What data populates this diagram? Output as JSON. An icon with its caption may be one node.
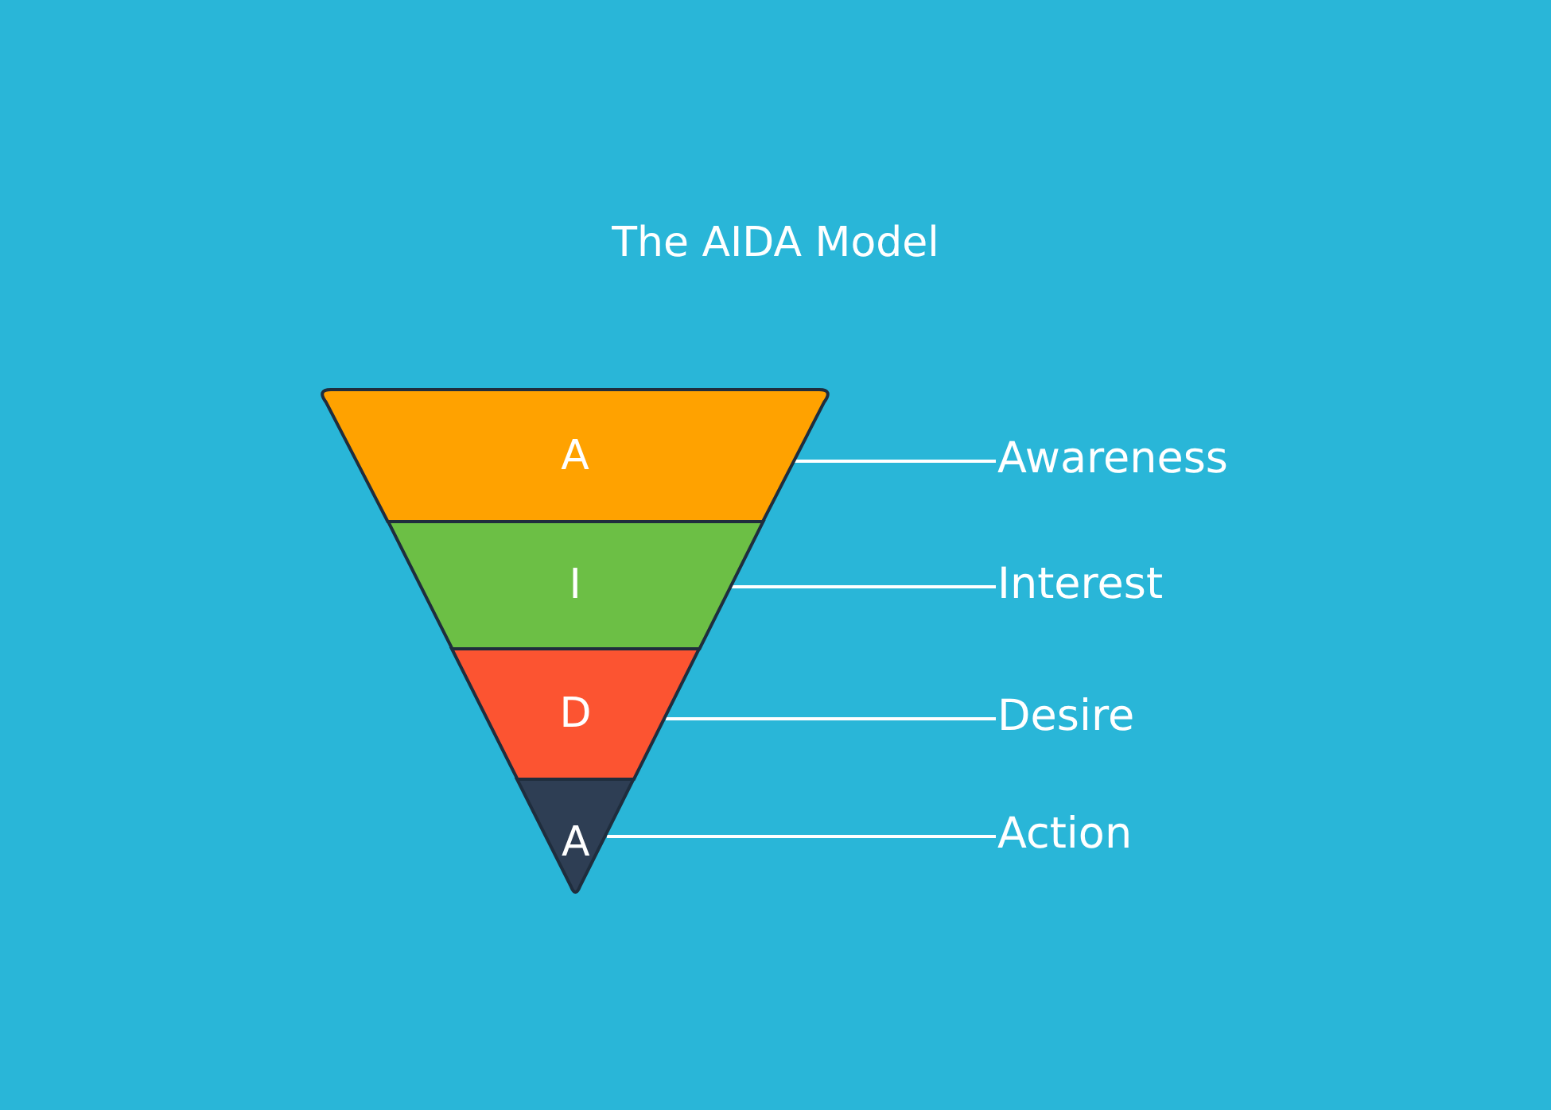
{
  "diagram": {
    "title": "The AIDA Model",
    "nodes": [
      {
        "text": [
          "A"
        ]
      },
      {
        "text": [
          "I"
        ]
      },
      {
        "text": [
          "D"
        ]
      },
      {
        "text": [
          "A"
        ]
      },
      {
        "text": [
          "Awareness"
        ]
      },
      {
        "text": [
          "Interest"
        ]
      },
      {
        "text": [
          "Desire"
        ]
      },
      {
        "text": [
          "Action"
        ]
      }
    ],
    "edges": [
      {
        "from": 4,
        "to": 0,
        "arrow": "none"
      },
      {
        "from": 5,
        "to": 1,
        "arrow": "none"
      },
      {
        "from": 6,
        "to": 2,
        "arrow": "none"
      },
      {
        "from": 7,
        "to": 3,
        "arrow": "none"
      }
    ]
  }
}
